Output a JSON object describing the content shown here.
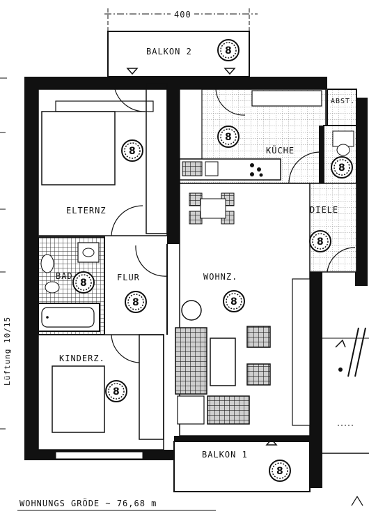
{
  "plan": {
    "dimension_top": "400",
    "size_label": "WOHNUNGS GRÖDE ~ 76,68 m",
    "side_label": "Lüftung 10/15",
    "rooms": {
      "balkon2": "BALKON 2",
      "balkon1": "BALKON 1",
      "eltern": "ELTERNZ",
      "kinder": "KINDERZ.",
      "wohn": "WOHNZ.",
      "flur": "FLUR",
      "bad": "BAD",
      "kueche": "KÜCHE",
      "diele": "DIELE",
      "abst": "ABST."
    },
    "marker": "8"
  },
  "colors": {
    "ink": "#111111",
    "paper": "#ffffff",
    "tile": "#8a8a8a"
  }
}
